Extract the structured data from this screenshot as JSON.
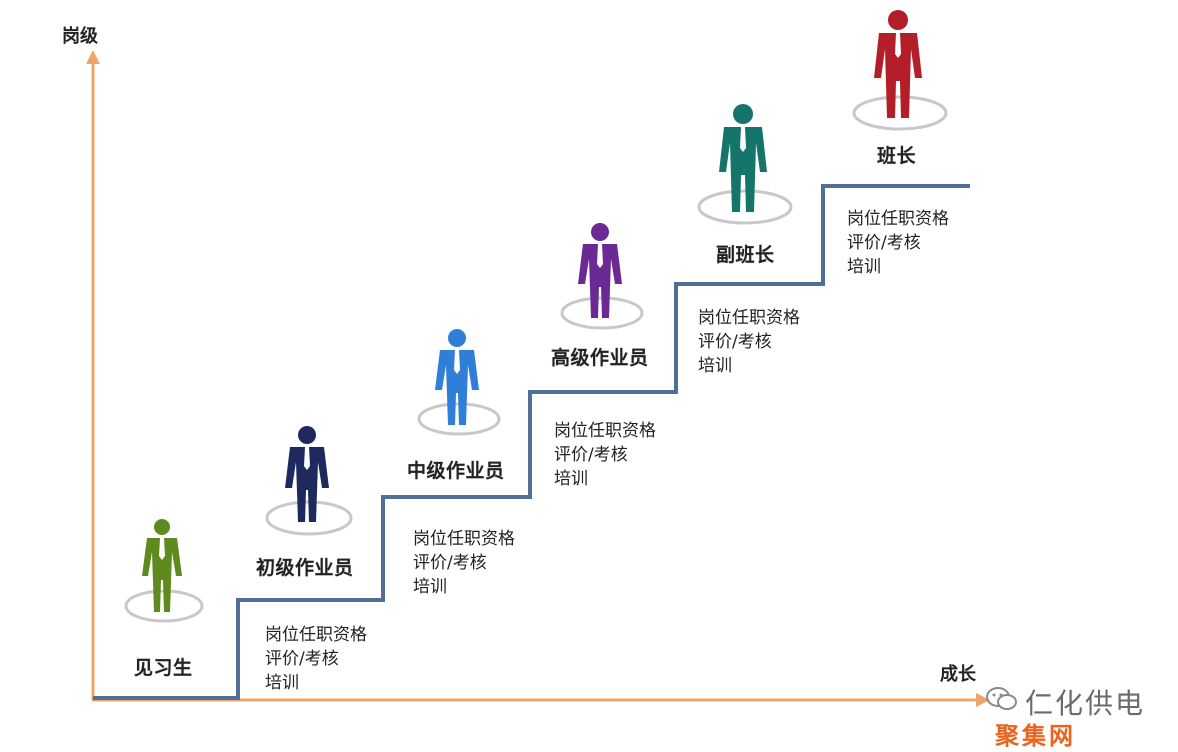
{
  "axes": {
    "y_label": "岗级",
    "x_label": "成长"
  },
  "levels": [
    {
      "title": "见习生",
      "color": "#5e8a1e"
    },
    {
      "title": "初级作业员",
      "color": "#1e2a5e"
    },
    {
      "title": "中级作业员",
      "color": "#2f7ed8"
    },
    {
      "title": "高级作业员",
      "color": "#6b2a93"
    },
    {
      "title": "副班长",
      "color": "#15756a"
    },
    {
      "title": "班长",
      "color": "#b41e28"
    }
  ],
  "step_texts": [
    {
      "line1": "岗位任职资格",
      "line2": "评价/考核",
      "line3": "培训"
    },
    {
      "line1": "岗位任职资格",
      "line2": "评价/考核",
      "line3": "培训"
    },
    {
      "line1": "岗位任职资格",
      "line2": "评价/考核",
      "line3": "培训"
    },
    {
      "line1": "岗位任职资格",
      "line2": "评价/考核",
      "line3": "培训"
    },
    {
      "line1": "岗位任职资格",
      "line2": "评价/考核",
      "line3": "培训"
    }
  ],
  "colors": {
    "axis": "#f0a46a",
    "stair": "#4f6f98"
  },
  "watermark": {
    "name": "仁化供电",
    "sub": "聚集网"
  }
}
